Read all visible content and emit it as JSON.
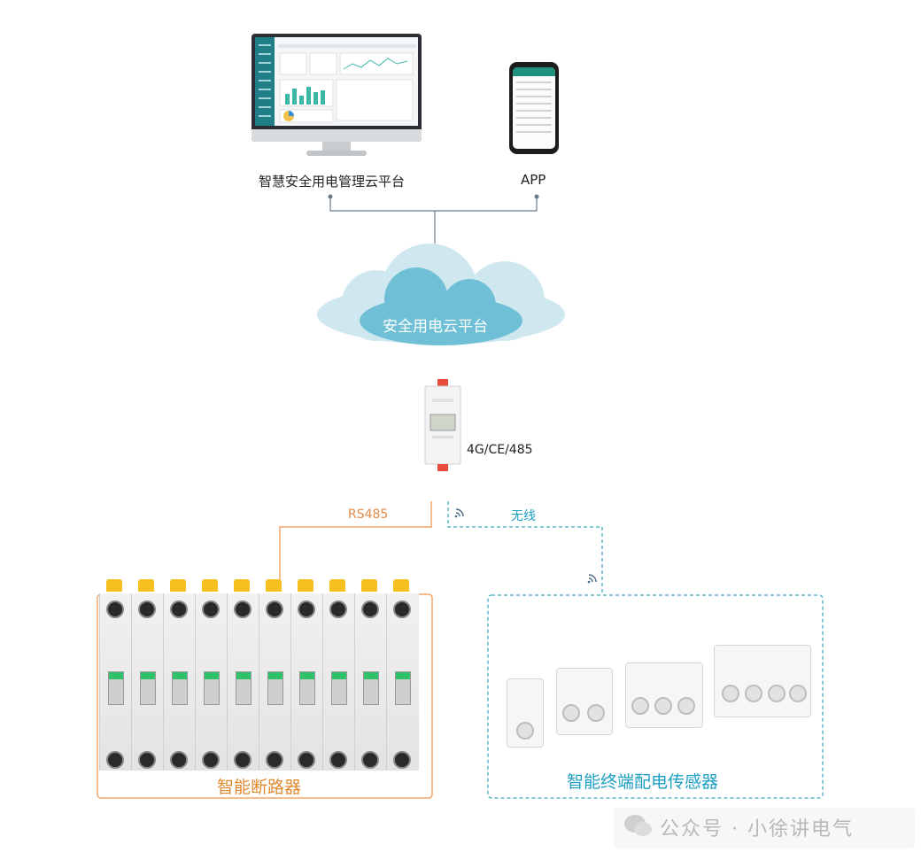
{
  "labels": {
    "platform": "智慧安全用电管理云平台",
    "app": "APP",
    "cloud": "安全用电云平台",
    "gateway": "4G/CE/485",
    "rs485": "RS485",
    "wireless": "无线",
    "breakers": "智能断路器",
    "sensors": "智能终端配电传感器",
    "watermark": "公众号 · 小徐讲电气"
  },
  "colors": {
    "cloud_light": "#cfe8f0",
    "cloud_dark": "#6fc0d6",
    "rs485_line": "#f0a56b",
    "wireless_line": "#5bb6cc",
    "breaker_box": "#f2a56a",
    "sensor_box": "#5bb6cc",
    "breaker_title": "#e08a2f",
    "sensor_title": "#1d9fc4",
    "connector": "#6b7b88"
  },
  "icons": {
    "wireless": "wifi-signal-icon",
    "wechat": "wechat-icon"
  }
}
